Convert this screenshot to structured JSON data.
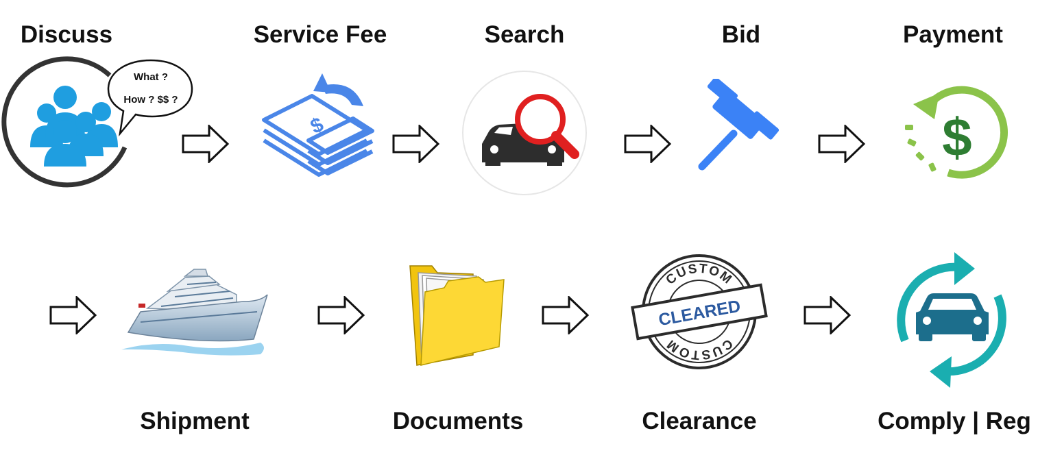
{
  "steps": [
    {
      "id": "discuss",
      "label": "Discuss",
      "icon": "discussion-group-icon",
      "bubble": [
        "What ?",
        "How ? $$ ?"
      ]
    },
    {
      "id": "service-fee",
      "label": "Service Fee",
      "icon": "money-return-icon"
    },
    {
      "id": "search",
      "label": "Search",
      "icon": "car-search-icon"
    },
    {
      "id": "bid",
      "label": "Bid",
      "icon": "gavel-icon"
    },
    {
      "id": "payment",
      "label": "Payment",
      "icon": "dollar-cycle-icon"
    },
    {
      "id": "shipment",
      "label": "Shipment",
      "icon": "cruise-ship-icon"
    },
    {
      "id": "documents",
      "label": "Documents",
      "icon": "folder-icon"
    },
    {
      "id": "clearance",
      "label": "Clearance",
      "icon": "custom-cleared-stamp-icon",
      "stamp": {
        "top": "CUSTOM",
        "middle": "CLEARED",
        "bottom": "CUSTOM"
      }
    },
    {
      "id": "comply-reg",
      "label": "Comply | Reg",
      "icon": "car-refresh-icon"
    }
  ],
  "colors": {
    "blue": "#1f9ee0",
    "fee_blue": "#4a86e8",
    "gavel_blue": "#3b82f6",
    "search_red": "#e02020",
    "green": "#8bc34a",
    "dollar_green": "#2e7d32",
    "teal": "#1aaeb0",
    "car_teal": "#1c6e8c",
    "folder_yellow": "#fdd835",
    "stamp_blue": "#2c5aa0"
  }
}
